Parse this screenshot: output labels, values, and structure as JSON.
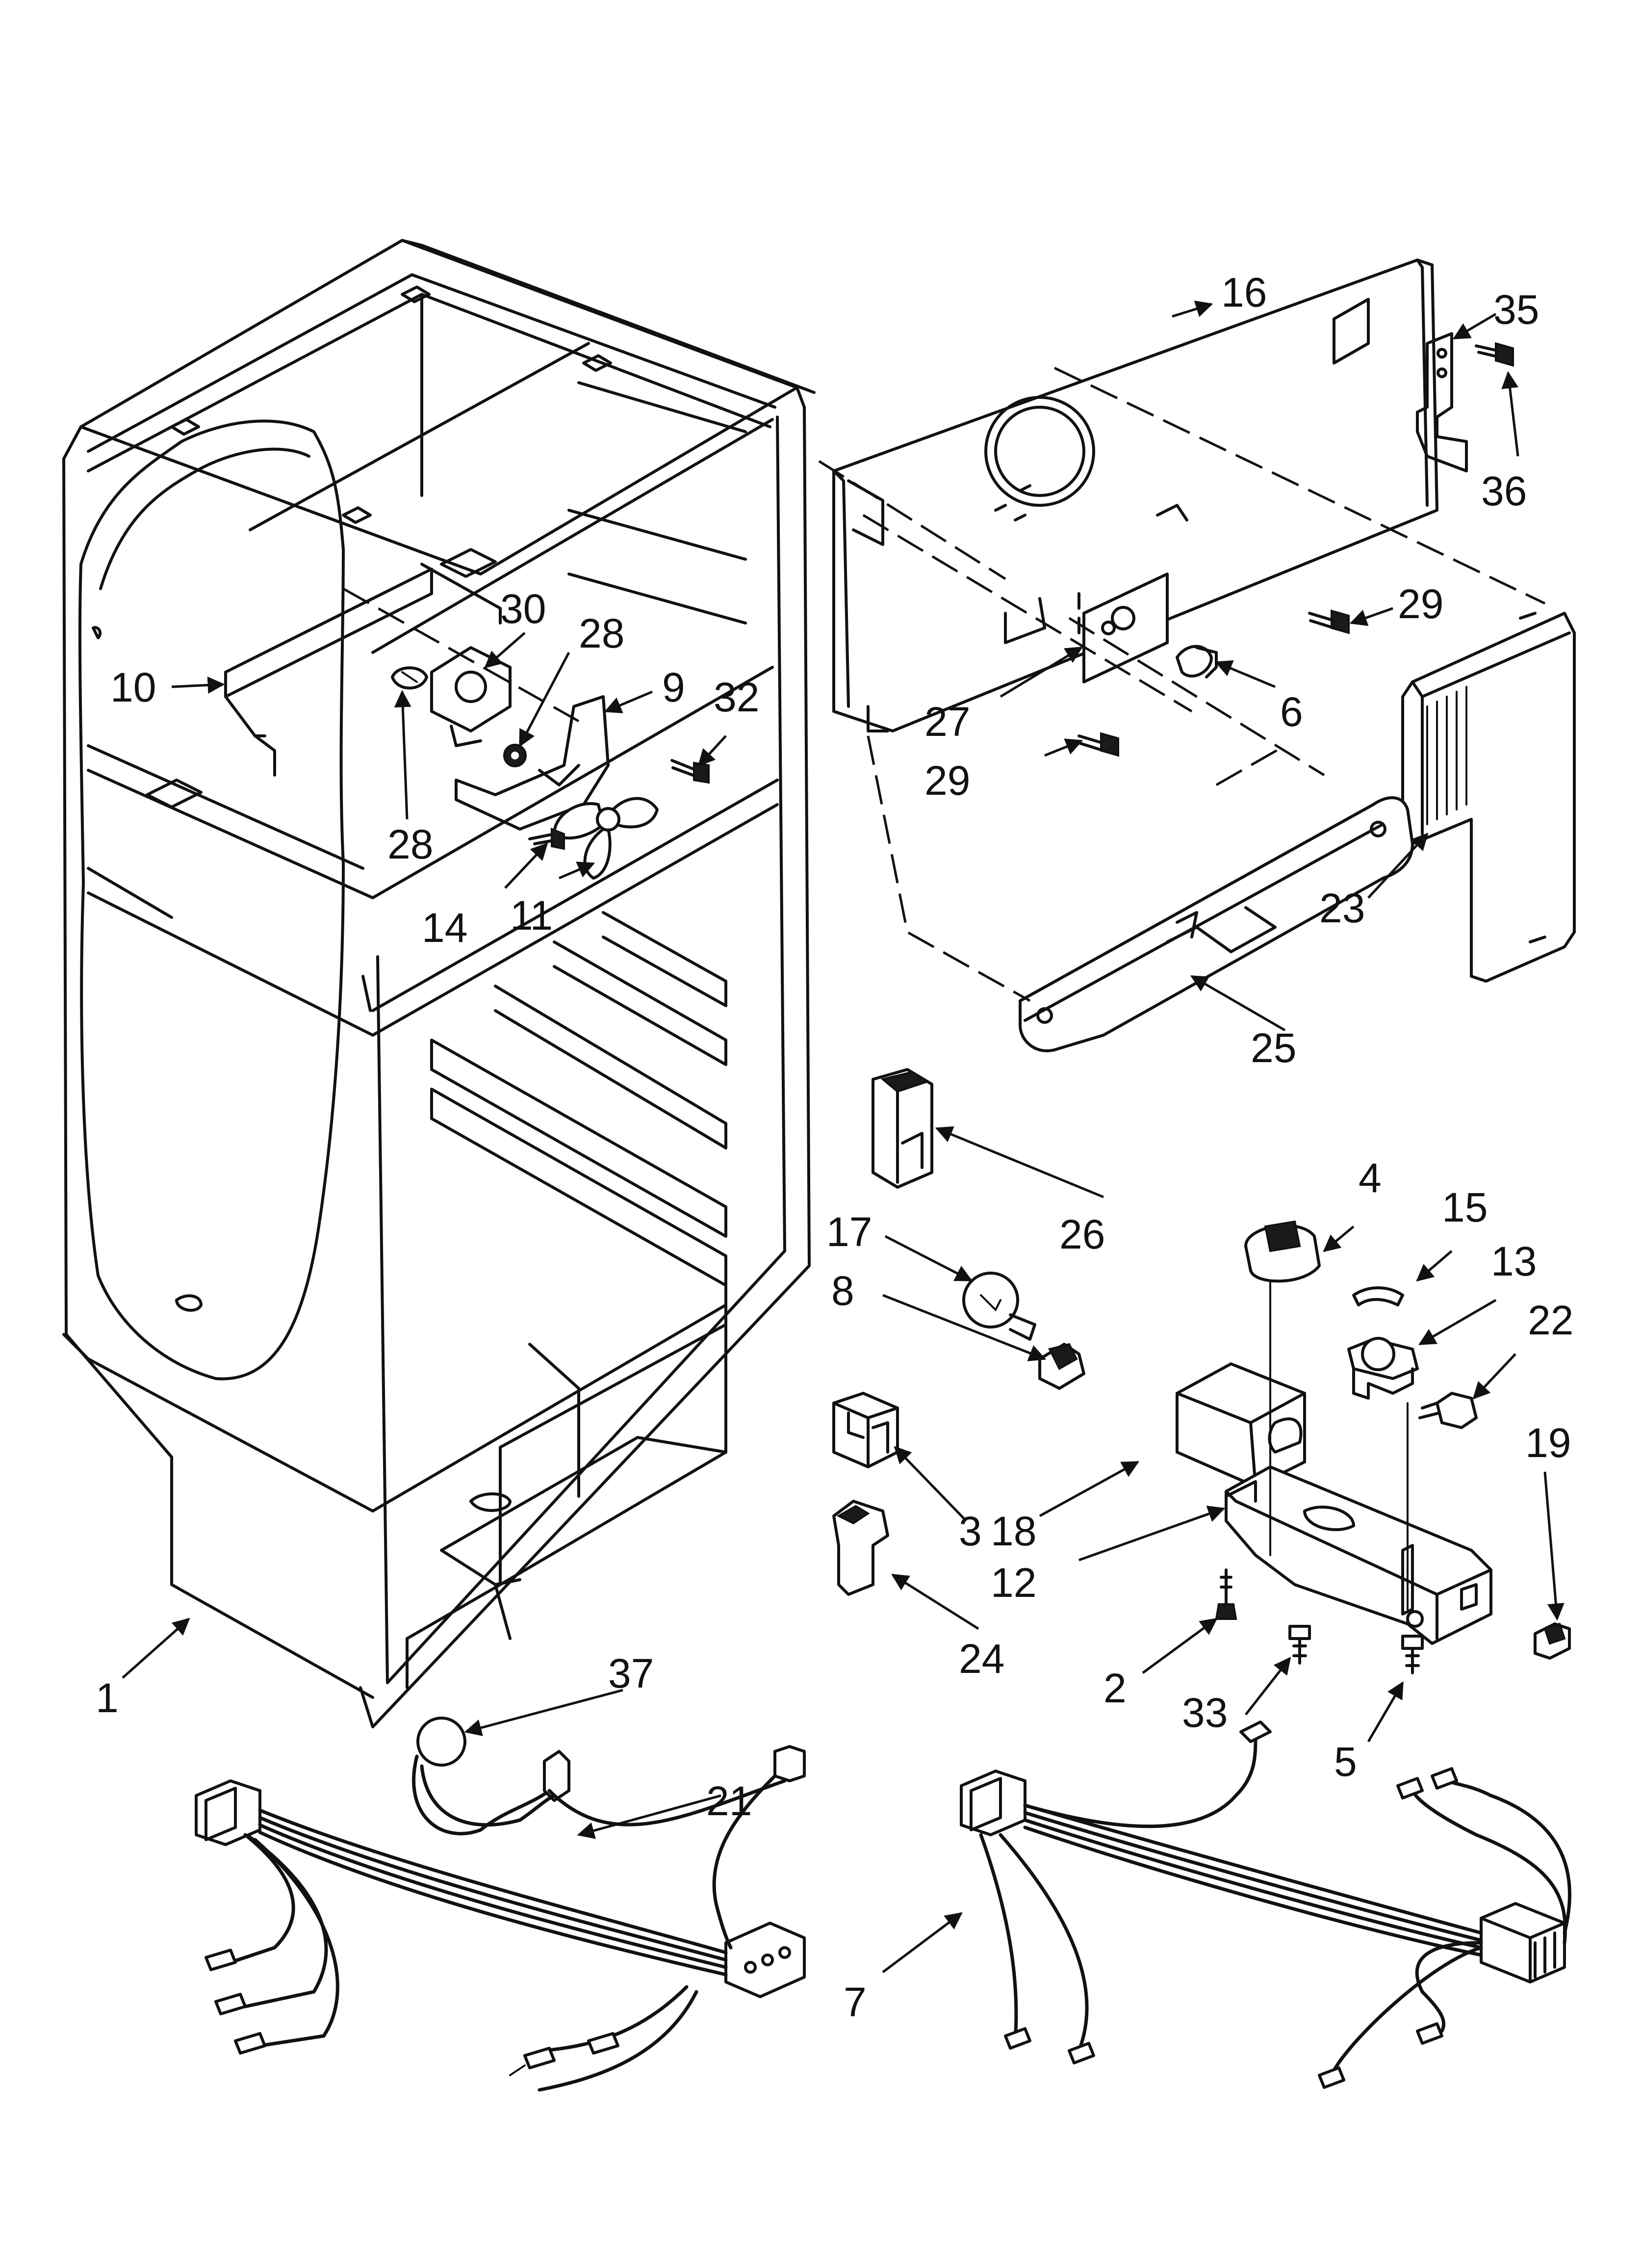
{
  "callouts": [
    {
      "id": "1",
      "label": "1"
    },
    {
      "id": "2",
      "label": "2"
    },
    {
      "id": "3",
      "label": "3"
    },
    {
      "id": "4",
      "label": "4"
    },
    {
      "id": "5",
      "label": "5"
    },
    {
      "id": "6",
      "label": "6"
    },
    {
      "id": "7",
      "label": "7"
    },
    {
      "id": "8",
      "label": "8"
    },
    {
      "id": "9",
      "label": "9"
    },
    {
      "id": "10",
      "label": "10"
    },
    {
      "id": "11",
      "label": "11"
    },
    {
      "id": "12",
      "label": "12"
    },
    {
      "id": "13",
      "label": "13"
    },
    {
      "id": "14",
      "label": "14"
    },
    {
      "id": "15",
      "label": "15"
    },
    {
      "id": "16",
      "label": "16"
    },
    {
      "id": "17",
      "label": "17"
    },
    {
      "id": "18",
      "label": "18"
    },
    {
      "id": "19",
      "label": "19"
    },
    {
      "id": "21",
      "label": "21"
    },
    {
      "id": "22",
      "label": "22"
    },
    {
      "id": "23",
      "label": "23"
    },
    {
      "id": "24",
      "label": "24"
    },
    {
      "id": "25",
      "label": "25"
    },
    {
      "id": "26",
      "label": "26"
    },
    {
      "id": "27",
      "label": "27"
    },
    {
      "id": "28a",
      "label": "28"
    },
    {
      "id": "28b",
      "label": "28"
    },
    {
      "id": "29a",
      "label": "29"
    },
    {
      "id": "29b",
      "label": "29"
    },
    {
      "id": "30",
      "label": "30"
    },
    {
      "id": "32",
      "label": "32"
    },
    {
      "id": "33",
      "label": "33"
    },
    {
      "id": "35",
      "label": "35"
    },
    {
      "id": "36",
      "label": "36"
    },
    {
      "id": "37",
      "label": "37"
    }
  ]
}
